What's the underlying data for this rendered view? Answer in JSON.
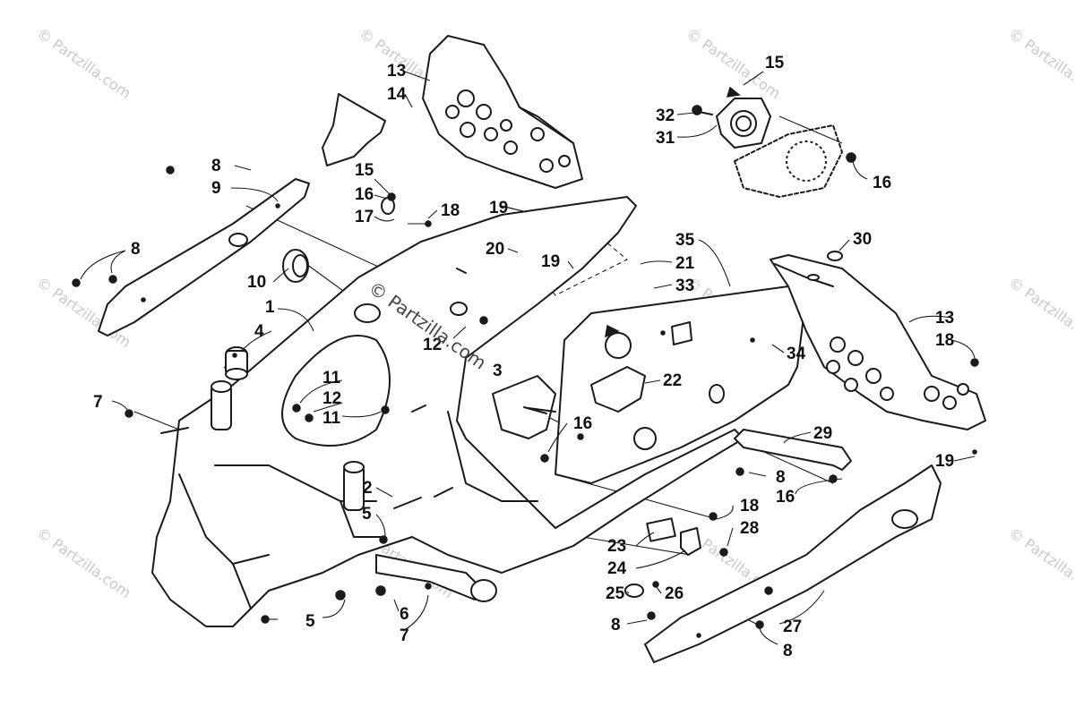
{
  "watermark": {
    "text": "© Partzilla.com",
    "center_text": "© Partzilla.com"
  },
  "labels": {
    "l1": "1",
    "l2": "2",
    "l3": "3",
    "l4": "4",
    "l5a": "5",
    "l5b": "5",
    "l6": "6",
    "l7a": "7",
    "l7b": "7",
    "l8a": "8",
    "l8b": "8",
    "l8c": "8",
    "l8d": "8",
    "l8e": "8",
    "l9": "9",
    "l10": "10",
    "l11a": "11",
    "l11b": "11",
    "l12a": "12",
    "l12b": "12",
    "l13a": "13",
    "l13b": "13",
    "l14": "14",
    "l15a": "15",
    "l15b": "15",
    "l16a": "16",
    "l16b": "16",
    "l16c": "16",
    "l16d": "16",
    "l17": "17",
    "l18a": "18",
    "l18b": "18",
    "l18c": "18",
    "l19a": "19",
    "l19b": "19",
    "l19c": "19",
    "l20": "20",
    "l21": "21",
    "l22": "22",
    "l23": "23",
    "l24": "24",
    "l25": "25",
    "l26": "26",
    "l27": "27",
    "l28": "28",
    "l29": "29",
    "l30": "30",
    "l31": "31",
    "l32": "32",
    "l33": "33",
    "l34": "34",
    "l35": "35"
  }
}
